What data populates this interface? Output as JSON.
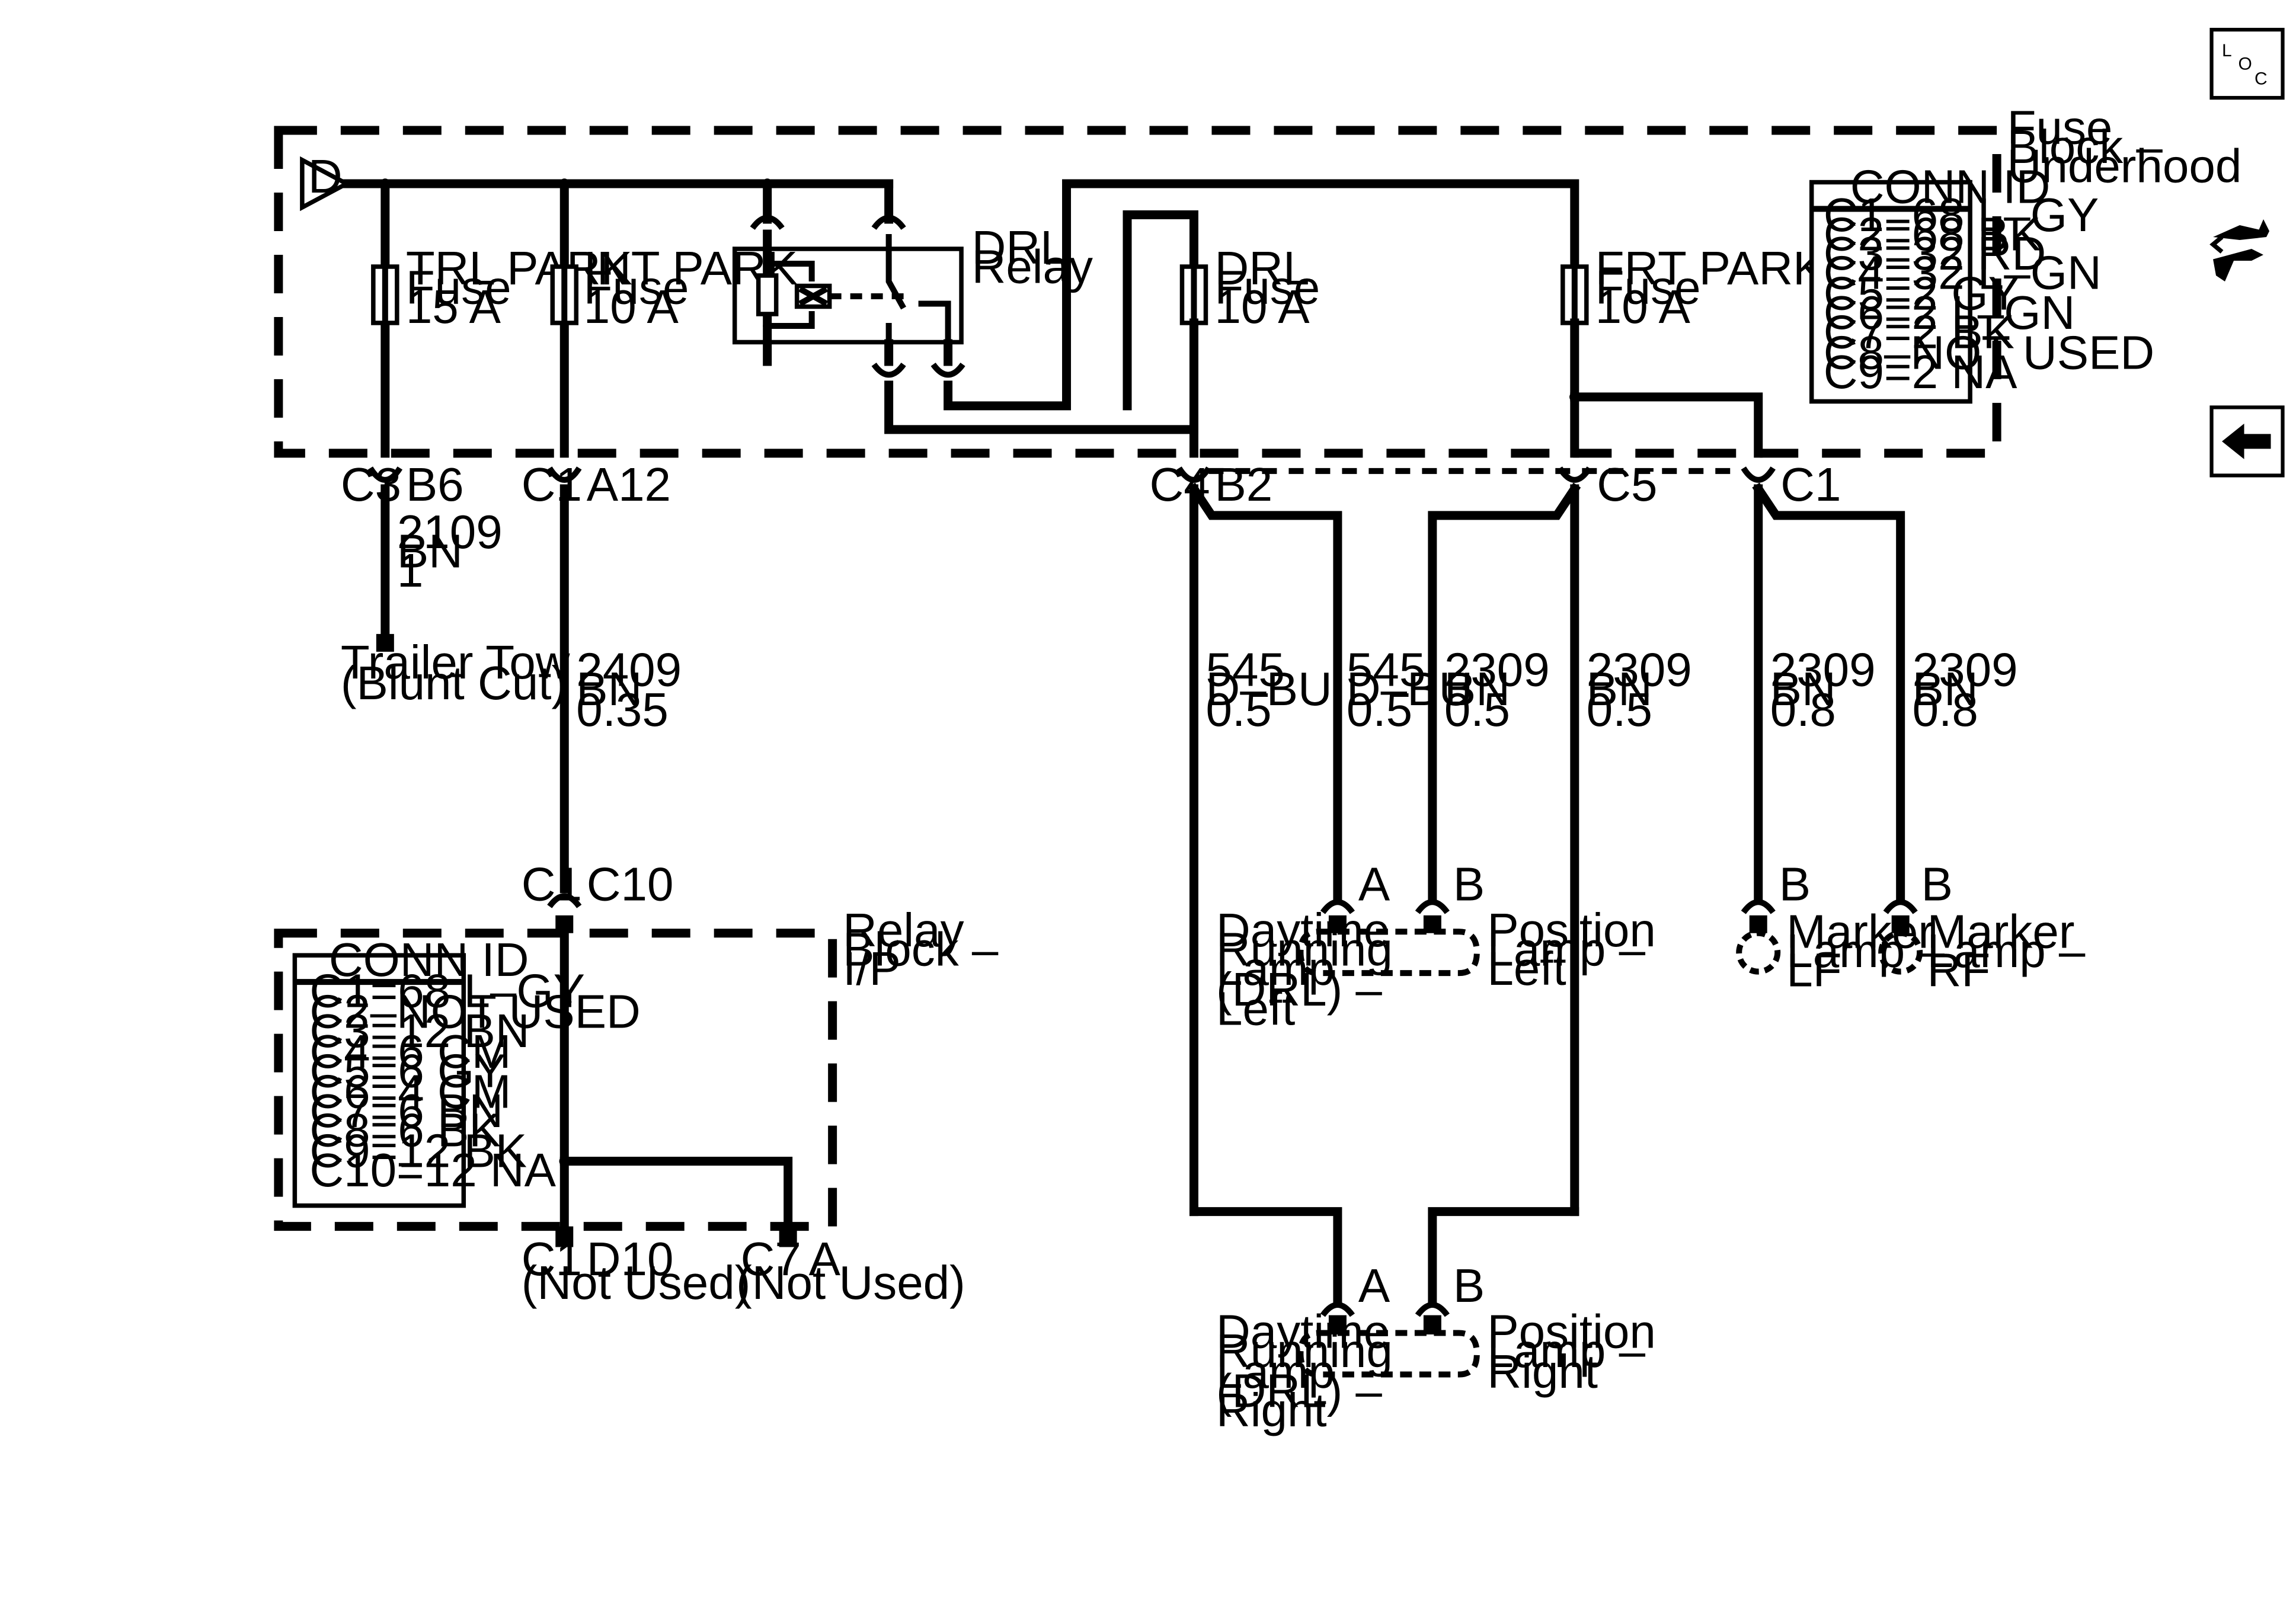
{
  "nav": {
    "loc_letters": [
      "L",
      "O",
      "C"
    ],
    "icons": [
      "loc-icon",
      "connector-harness-icon",
      "back-arrow-icon"
    ]
  },
  "source": {
    "label": "D"
  },
  "fuse_block": {
    "title_lines": [
      "Fuse",
      "Block –",
      "Underhood"
    ]
  },
  "fuses": [
    {
      "lines": [
        "TRL PARK",
        "Fuse",
        "15 A"
      ]
    },
    {
      "lines": [
        "INT PARK",
        "Fuse",
        "10 A"
      ]
    },
    {
      "lines": [
        "DRL",
        "Fuse",
        "10 A"
      ]
    },
    {
      "lines": [
        "FRT PARK",
        "Fuse",
        "10 A"
      ]
    }
  ],
  "relay": {
    "lines": [
      "DRL",
      "Relay"
    ]
  },
  "conn_id_underhood": {
    "title": "CONN ID",
    "rows": [
      "C1=68 L–GY",
      "C2=68 BK",
      "C3=32 RD",
      "C4=32 L–GN",
      "C5=2 GY",
      "C6=2 L–GN",
      "C7=2 BK",
      "C8–NOT USED",
      "C9=2 NA"
    ]
  },
  "relay_block": {
    "title_lines": [
      "Relay",
      "Block –",
      "I/P"
    ]
  },
  "conn_id_relay": {
    "title": "CONN ID",
    "rows": [
      "C1=68 L–GY",
      "C2–NOT USED",
      "C3=12 BN",
      "C4=6 CM",
      "C5=6 GY",
      "C6=4 CM",
      "C7=6 BN",
      "C8=6 BK",
      "C9=12 BK",
      "C10=12 NA"
    ]
  },
  "connectors": {
    "c3": "C3",
    "b6": "B6",
    "c1_top": "C1",
    "a12": "A12",
    "c4": "C4",
    "b2": "B2",
    "c5": "C5",
    "c1_right": "C1",
    "c1_mid": "C1",
    "c10": "C10",
    "c1_bottom": "C1",
    "d10": "D10",
    "c7": "C7",
    "a_bottom": "A",
    "not_used": "(Not Used)"
  },
  "wires": {
    "w2109": [
      "2109",
      "BN",
      "1"
    ],
    "w2409": [
      "2409",
      "BN",
      "0.35"
    ],
    "w545_a": [
      "545",
      "D–BU",
      "0.5"
    ],
    "w545_b": [
      "545",
      "D–BU",
      "0.5"
    ],
    "w2309_a": [
      "2309",
      "BN",
      "0.5"
    ],
    "w2309_b": [
      "2309",
      "BN",
      "0.5"
    ],
    "w2309_c": [
      "2309",
      "BN",
      "0.8"
    ],
    "w2309_d": [
      "2309",
      "BN",
      "0.8"
    ]
  },
  "trailer_tow": [
    "Trailer Tow",
    "(Blunt Cut)"
  ],
  "pins": {
    "a": "A",
    "b": "B"
  },
  "lamps": {
    "drl_left": [
      "Daytime",
      "Running",
      "Lamp",
      "(DRL) –",
      "Left"
    ],
    "pos_left": [
      "Position",
      "Lamp –",
      "Left"
    ],
    "drl_right": [
      "Daytime",
      "Running",
      "Lamp",
      "(DRL) –",
      "Right"
    ],
    "pos_right": [
      "Position",
      "Lamp –",
      "Right"
    ],
    "marker_lf": [
      "Marker",
      "Lamp –",
      "LF"
    ],
    "marker_rf": [
      "Marker",
      "Lamp –",
      "RF"
    ]
  }
}
